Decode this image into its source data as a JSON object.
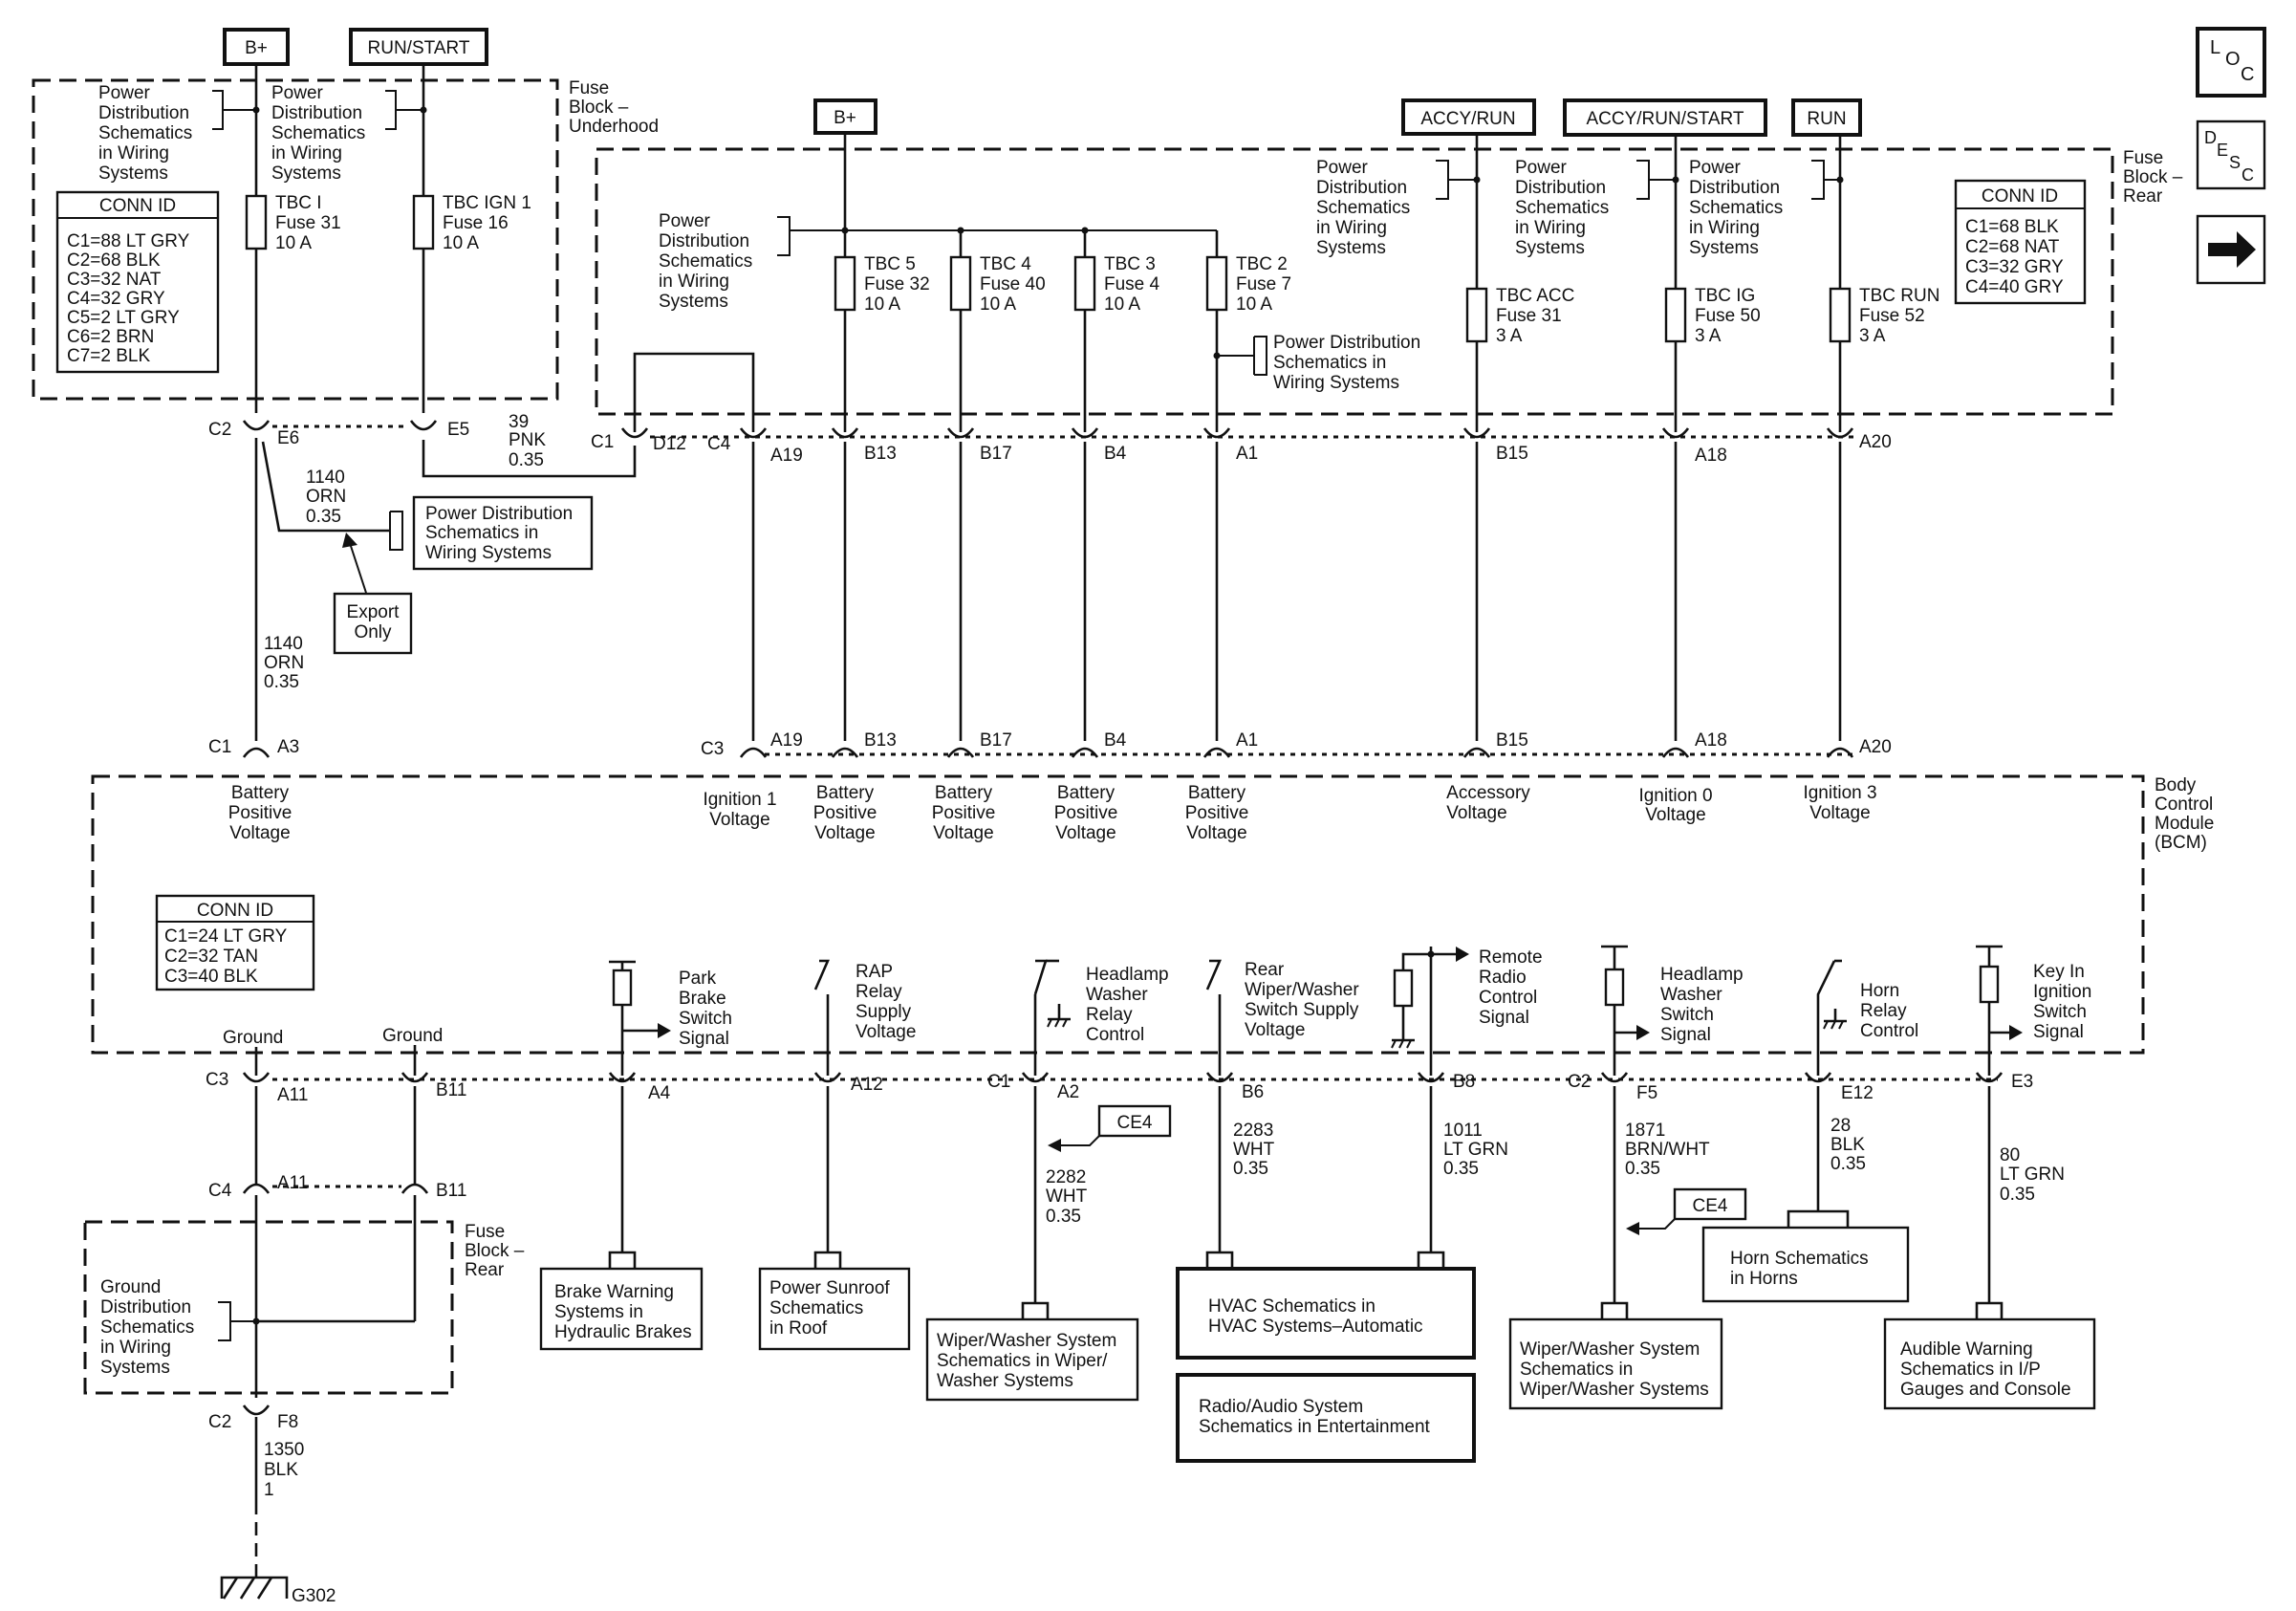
{
  "power_sources": {
    "bplus_left": "B+",
    "run_start": "RUN/START",
    "bplus_mid": "B+",
    "accy_run": "ACCY/RUN",
    "accy_run_start": "ACCY/RUN/START",
    "run": "RUN"
  },
  "nav_icons": {
    "loc": [
      "L",
      "O",
      "C"
    ],
    "desc": [
      "D",
      "E",
      "S",
      "C"
    ],
    "next": "arrow-right-icon"
  },
  "fuse_block_underhood": {
    "label": [
      "Fuse",
      "Block –",
      "Underhood"
    ],
    "pd_ref_1": [
      "Power",
      "Distribution",
      "Schematics",
      "in Wiring",
      "Systems"
    ],
    "pd_ref_2": [
      "Power",
      "Distribution",
      "Schematics",
      "in Wiring",
      "Systems"
    ],
    "fuse_tbc_i": [
      "TBC I",
      "Fuse 31",
      "10 A"
    ],
    "fuse_tbc_ign1": [
      "TBC IGN 1",
      "Fuse 16",
      "10 A"
    ],
    "conn_id": {
      "title": "CONN ID",
      "rows": [
        "C1=88 LT GRY",
        "C2=68 BLK",
        "C3=32 NAT",
        "C4=32 GRY",
        "C5=2 LT GRY",
        "C6=2 BRN",
        "C7=2 BLK"
      ]
    }
  },
  "fuse_block_rear": {
    "label": [
      "Fuse",
      "Block –",
      "Rear"
    ],
    "pd_ref_main": [
      "Power",
      "Distribution",
      "Schematics",
      "in Wiring",
      "Systems"
    ],
    "pd_ref_tbc2": [
      "Power Distribution",
      "Schematics in",
      "Wiring Systems"
    ],
    "pd_ref_acc": [
      "Power",
      "Distribution",
      "Schematics",
      "in Wiring",
      "Systems"
    ],
    "pd_ref_ig": [
      "Power",
      "Distribution",
      "Schematics",
      "in Wiring",
      "Systems"
    ],
    "pd_ref_run": [
      "Power",
      "Distribution",
      "Schematics",
      "in Wiring",
      "Systems"
    ],
    "fuses": [
      [
        "TBC 5",
        "Fuse 32",
        "10 A"
      ],
      [
        "TBC 4",
        "Fuse 40",
        "10 A"
      ],
      [
        "TBC 3",
        "Fuse 4",
        "10 A"
      ],
      [
        "TBC 2",
        "Fuse 7",
        "10 A"
      ],
      [
        "TBC ACC",
        "Fuse 31",
        "3 A"
      ],
      [
        "TBC IG",
        "Fuse 50",
        "3 A"
      ],
      [
        "TBC RUN",
        "Fuse 52",
        "3 A"
      ]
    ],
    "conn_id": {
      "title": "CONN ID",
      "rows": [
        "C1=68 BLK",
        "C2=68 NAT",
        "C3=32 GRY",
        "C4=40 GRY"
      ]
    }
  },
  "upper_connectors": {
    "c2": "C2",
    "e6": "E6",
    "e5": "E5",
    "c1": "C1",
    "d12": "D12",
    "c4": "C4",
    "pins": [
      "A19",
      "B13",
      "B17",
      "B4",
      "A1",
      "B15",
      "A18",
      "A20"
    ]
  },
  "upper_wires": {
    "w39": [
      "39",
      "PNK",
      "0.35"
    ],
    "w1140a": [
      "1140",
      "ORN",
      "0.35"
    ],
    "w1140b": [
      "1140",
      "ORN",
      "0.35"
    ],
    "pd_ref_export": [
      "Power Distribution",
      "Schematics in",
      "Wiring Systems"
    ],
    "export_only": [
      "Export",
      "Only"
    ]
  },
  "bcm": {
    "label": [
      "Body",
      "Control",
      "Module",
      "(BCM)"
    ],
    "top_connectors": {
      "c1": "C1",
      "a3": "A3",
      "c3": "C3",
      "pins": [
        "A19",
        "B13",
        "B17",
        "B4",
        "A1",
        "B15",
        "A18",
        "A20"
      ]
    },
    "inputs": [
      [
        "Battery",
        "Positive",
        "Voltage"
      ],
      [
        "Ignition 1",
        "Voltage"
      ],
      [
        "Battery",
        "Positive",
        "Voltage"
      ],
      [
        "Battery",
        "Positive",
        "Voltage"
      ],
      [
        "Battery",
        "Positive",
        "Voltage"
      ],
      [
        "Battery",
        "Positive",
        "Voltage"
      ],
      [
        "Accessory",
        "Voltage"
      ],
      [
        "Ignition 0",
        "Voltage"
      ],
      [
        "Ignition 3",
        "Voltage"
      ]
    ],
    "conn_id": {
      "title": "CONN ID",
      "rows": [
        "C1=24 LT GRY",
        "C2=32 TAN",
        "C3=40 BLK"
      ]
    },
    "ground_1": "Ground",
    "ground_2": "Ground",
    "outputs": {
      "park_brake": [
        "Park",
        "Brake",
        "Switch",
        "Signal"
      ],
      "rap_relay": [
        "RAP",
        "Relay",
        "Supply",
        "Voltage"
      ],
      "headlamp_washer_relay": [
        "Headlamp",
        "Washer",
        "Relay",
        "Control"
      ],
      "rear_wiper": [
        "Rear",
        "Wiper/Washer",
        "Switch Supply",
        "Voltage"
      ],
      "remote_radio": [
        "Remote",
        "Radio",
        "Control",
        "Signal"
      ],
      "headlamp_washer_switch": [
        "Headlamp",
        "Washer",
        "Switch",
        "Signal"
      ],
      "horn_relay": [
        "Horn",
        "Relay",
        "Control"
      ],
      "key_in": [
        "Key In",
        "Ignition",
        "Switch",
        "Signal"
      ]
    }
  },
  "lower_connectors": {
    "c3": "C3",
    "a11": "A11",
    "b11": "B11",
    "a4": "A4",
    "a12": "A12",
    "c1": "C1",
    "a2": "A2",
    "b6": "B6",
    "b8": "B8",
    "c2": "C2",
    "f5": "F5",
    "e12": "E12",
    "e3": "E3",
    "c4": "C4",
    "a11b": "A11",
    "b11b": "B11",
    "c2b": "C2",
    "f8": "F8"
  },
  "lower_wires": {
    "w2282": [
      "2282",
      "WHT",
      "0.35"
    ],
    "w2283": [
      "2283",
      "WHT",
      "0.35"
    ],
    "w1011": [
      "1011",
      "LT GRN",
      "0.35"
    ],
    "w1871": [
      "1871",
      "BRN/WHT",
      "0.35"
    ],
    "w28": [
      "28",
      "BLK",
      "0.35"
    ],
    "w80": [
      "80",
      "LT GRN",
      "0.35"
    ],
    "w1350": [
      "1350",
      "BLK",
      "1"
    ]
  },
  "ce4_tags": [
    "CE4",
    "CE4"
  ],
  "fuse_block_rear_lower": {
    "label": [
      "Fuse",
      "Block –",
      "Rear"
    ],
    "ground_ref": [
      "Ground",
      "Distribution",
      "Schematics",
      "in Wiring",
      "Systems"
    ]
  },
  "ground": "G302",
  "ref_boxes": {
    "brake_warning": [
      "Brake Warning",
      "Systems in",
      "Hydraulic Brakes"
    ],
    "power_sunroof": [
      "Power Sunroof",
      "Schematics",
      "in Roof"
    ],
    "wiper_washer_1": [
      "Wiper/Washer System",
      "Schematics in Wiper/",
      "Washer Systems"
    ],
    "hvac": [
      "HVAC Schematics in",
      "HVAC Systems–Automatic"
    ],
    "radio": [
      "Radio/Audio System",
      "Schematics in Entertainment"
    ],
    "wiper_washer_2": [
      "Wiper/Washer System",
      "Schematics in",
      "Wiper/Washer Systems"
    ],
    "horn": [
      "Horn Schematics",
      "in Horns"
    ],
    "audible_warning": [
      "Audible Warning",
      "Schematics in I/P",
      "Gauges and Console"
    ]
  }
}
